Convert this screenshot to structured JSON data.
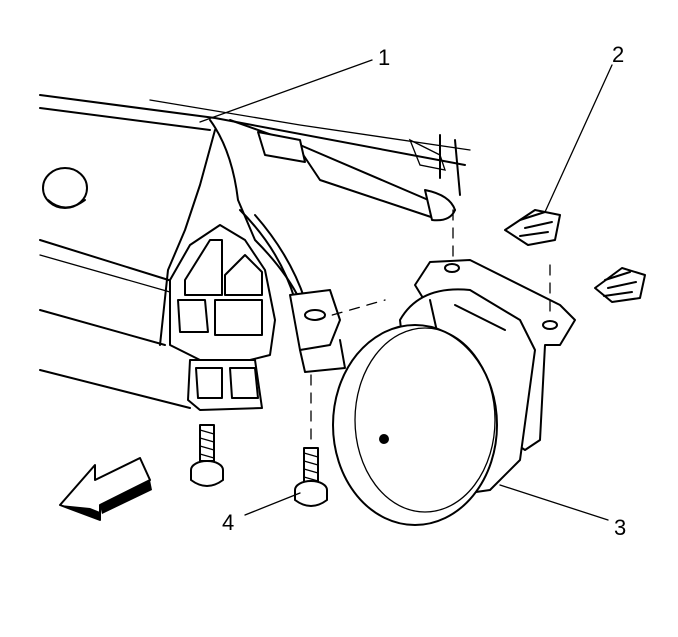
{
  "callouts": [
    {
      "id": "1",
      "label": "1"
    },
    {
      "id": "2",
      "label": "2"
    },
    {
      "id": "3",
      "label": "3"
    },
    {
      "id": "4",
      "label": "4"
    }
  ],
  "colors": {
    "ink": "#000000",
    "background": "#ffffff"
  },
  "icons": {
    "direction_arrow": "forward-direction-arrow-icon"
  }
}
